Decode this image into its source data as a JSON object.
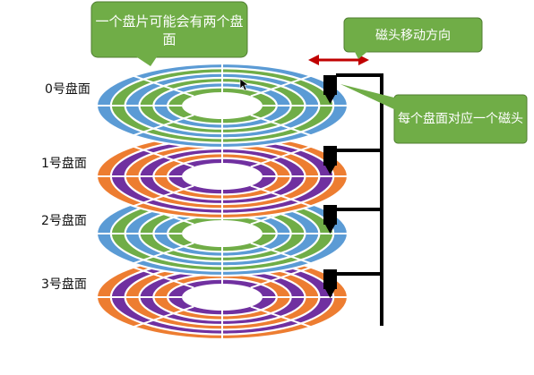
{
  "callouts": {
    "one_disk_two_surfaces": "一个盘片可能会有两个盘面",
    "head_move_direction": "磁头移动方向",
    "one_head_per_surface": "每个盘面对应一个磁头"
  },
  "surfaces": [
    {
      "label": "0号盘面",
      "scheme": "blue-green"
    },
    {
      "label": "1号盘面",
      "scheme": "orange-purple"
    },
    {
      "label": "2号盘面",
      "scheme": "blue-green"
    },
    {
      "label": "3号盘面",
      "scheme": "orange-purple"
    }
  ],
  "colors": {
    "callout_green": "#70AD47",
    "ring_blue": "#5B9BD5",
    "ring_green": "#70AD47",
    "ring_orange": "#ED7D31",
    "ring_purple": "#7030A0",
    "arrow_red": "#C00000",
    "head_black": "#000000"
  }
}
